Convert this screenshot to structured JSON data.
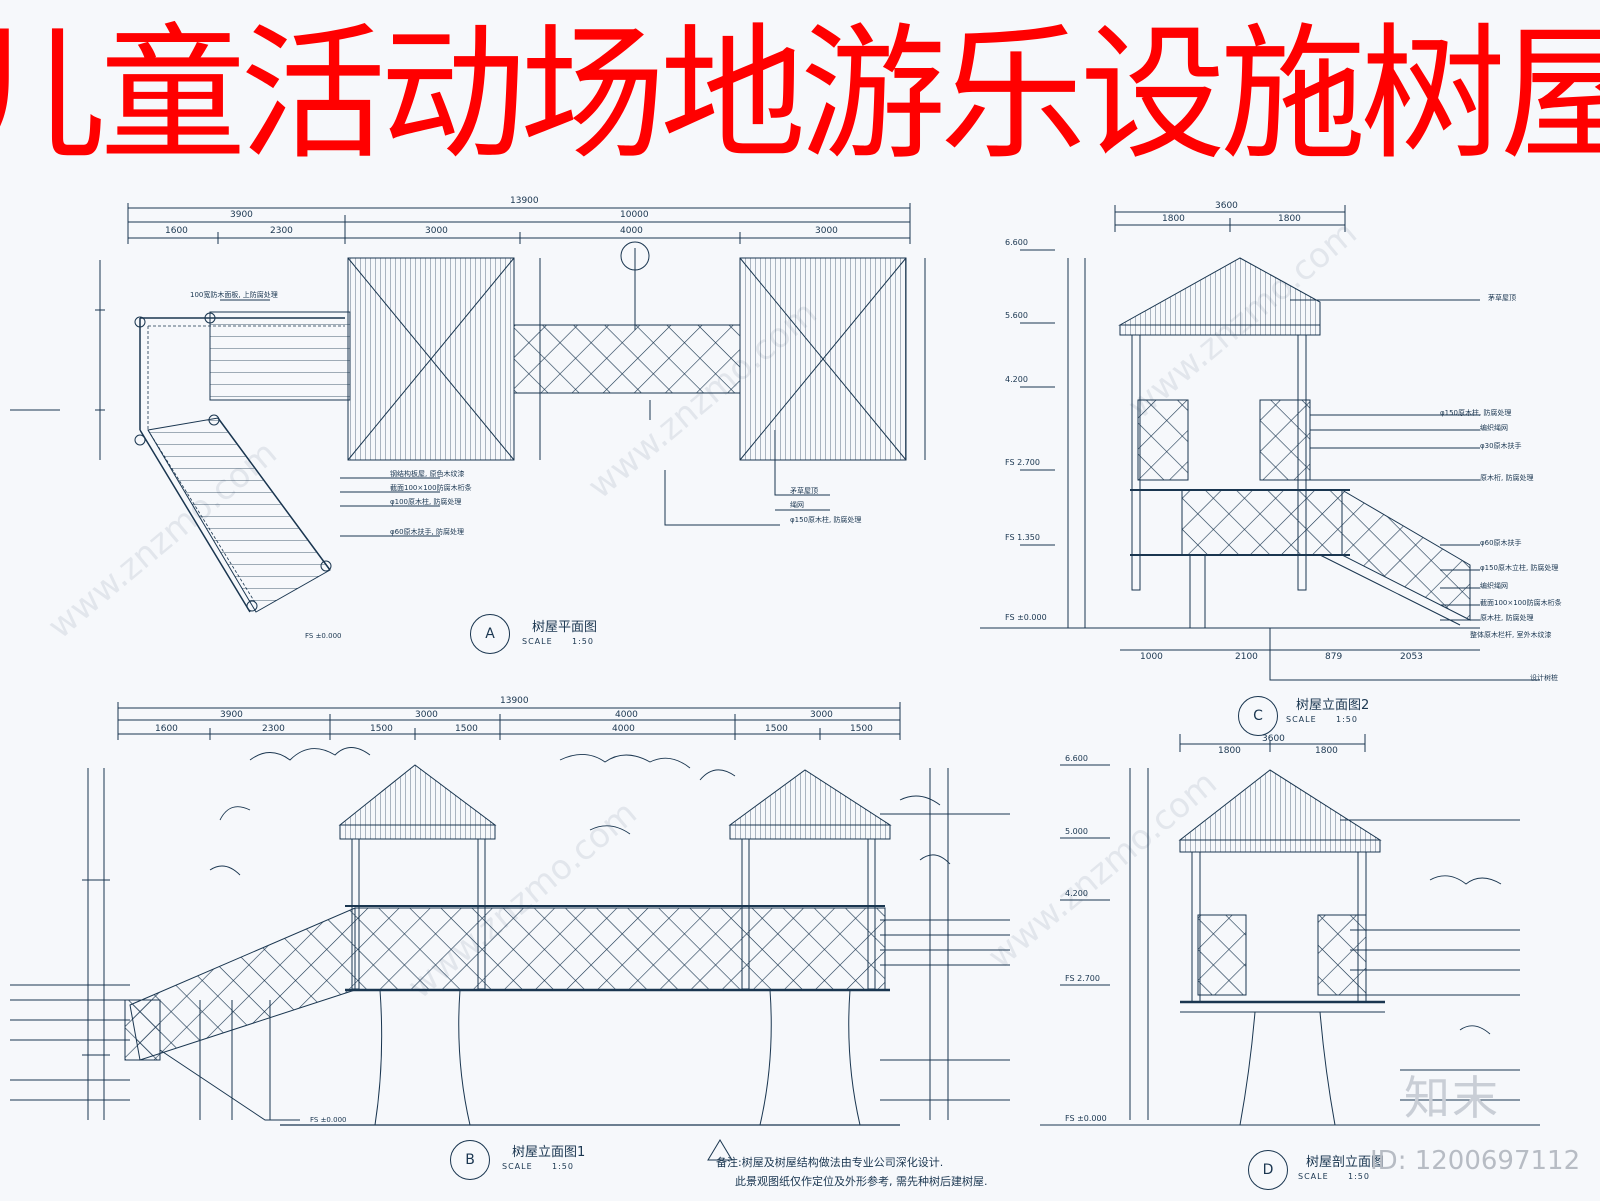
{
  "title": "儿童活动场地游乐设施树屋",
  "drawings": {
    "plan": {
      "label": "树屋平面图",
      "marker": "A",
      "scale": "1:50"
    },
    "elevation1": {
      "label": "树屋立面图1",
      "marker": "B",
      "scale": "1:50"
    },
    "elevation2": {
      "label": "树屋立面图2",
      "marker": "C",
      "scale": "1:50"
    },
    "section": {
      "label": "树屋剖立面图",
      "marker": "D",
      "scale": "1:50"
    }
  },
  "scale_word": "SCALE",
  "notes": {
    "line1": "备注:树屋及树屋结构做法由专业公司深化设计.",
    "line2": "此景观图纸仅作定位及外形参考, 需先种树后建树屋."
  },
  "dimensions": {
    "plan_total": "13900",
    "plan_a": "3900",
    "plan_b": "10000",
    "plan_c1": "1600",
    "plan_c2": "2300",
    "plan_c3": "3000",
    "plan_c4": "4000",
    "plan_c5": "3000",
    "elev_total": "13900",
    "elev_a": "3900",
    "elev_b": "3000",
    "elev_c": "4000",
    "elev_d": "3000",
    "elev_e1": "1600",
    "elev_e2": "2300",
    "elev_e3": "1500",
    "elev_e4": "1500",
    "elev_e5": "4000",
    "elev_e6": "1500",
    "elev_e7": "1500",
    "e2_top": "3600",
    "e2_t1": "1800",
    "e2_t2": "1800",
    "e2_b1": "1000",
    "e2_b2": "2100",
    "e2_b3": "879",
    "e2_b4": "2053",
    "sec_top": "3600",
    "sec_t1": "1800",
    "sec_t2": "1800",
    "lvl_6600": "6.600",
    "lvl_5600": "5.600",
    "lvl_4200": "4.200",
    "lvl_fs2700": "FS 2.700",
    "lvl_fs1350": "FS 1.350",
    "lvl_fs0": "FS ±0.000",
    "lvl_5000": "5.000"
  },
  "plan_callouts": [
    "100宽防木面板, 上防腐处理",
    "钢结构板屋, 原色木纹漆",
    "截面100×100防腐木桁条",
    "φ100原木柱, 防腐处理",
    "φ60原木扶手, 防腐处理",
    "矛草屋顶",
    "绳网",
    "φ150原木柱, 防腐处理"
  ],
  "elev2_callouts": [
    "茅草屋顶",
    "φ150原木柱, 防腐处理",
    "编织绳网",
    "φ30原木扶手",
    "原木桁, 防腐处理",
    "φ60原木扶手",
    "φ150原木立柱, 防腐处理",
    "编织绳网",
    "截面100×100防腐木桁条",
    "原木柱, 防腐处理",
    "整体原木栏杆, 室外木纹漆",
    "设计树桩"
  ],
  "brand": "知末",
  "id_text": "ID: 1200697112",
  "watermark": "www.znzmo.com"
}
